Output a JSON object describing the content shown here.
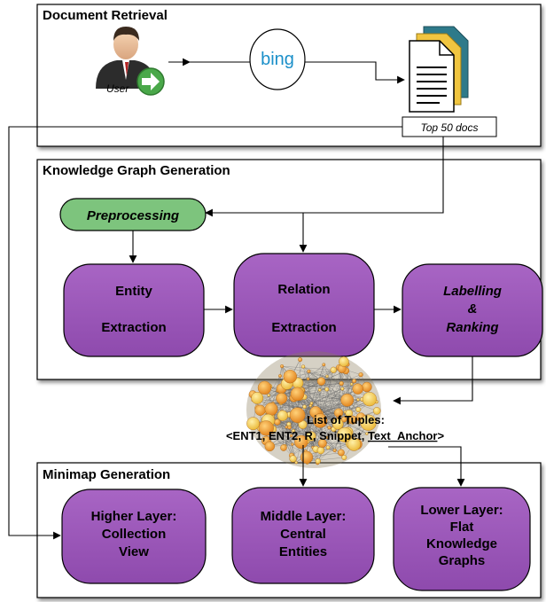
{
  "colors": {
    "node_purple": "#9b59b6",
    "node_green": "#7dc47d",
    "panel_border": "#000000",
    "cluster_orange": "#e8952e",
    "cluster_yellow": "#f3c24a",
    "bing_blue": "#1a8fc9"
  },
  "sections": {
    "retrieval": {
      "title": "Document Retrieval"
    },
    "kg": {
      "title": "Knowledge Graph Generation"
    },
    "minimap": {
      "title": "Minimap Generation"
    }
  },
  "retrieval": {
    "user_label": "User",
    "search_engine": "bing",
    "docs_label": "Top 50 docs",
    "icons": [
      "user-icon",
      "bing-logo",
      "documents-icon"
    ]
  },
  "kg": {
    "preprocessing": "Preprocessing",
    "entity": [
      "Entity",
      "Extraction"
    ],
    "relation": [
      "Relation",
      "Extraction"
    ],
    "labelling": [
      "Labelling",
      "&",
      "Ranking"
    ]
  },
  "tuples": {
    "line1": "List of Tuples:",
    "line2_prefix": "<ENT1, ENT2, R, Snippet, ",
    "line2_anchor": "Text_Anchor",
    "line2_suffix": ">"
  },
  "minimap": {
    "higher": [
      "Higher Layer:",
      "Collection",
      "View"
    ],
    "middle": [
      "Middle Layer:",
      "Central",
      "Entities"
    ],
    "lower": [
      "Lower Layer:",
      "Flat",
      "Knowledge",
      "Graphs"
    ]
  }
}
